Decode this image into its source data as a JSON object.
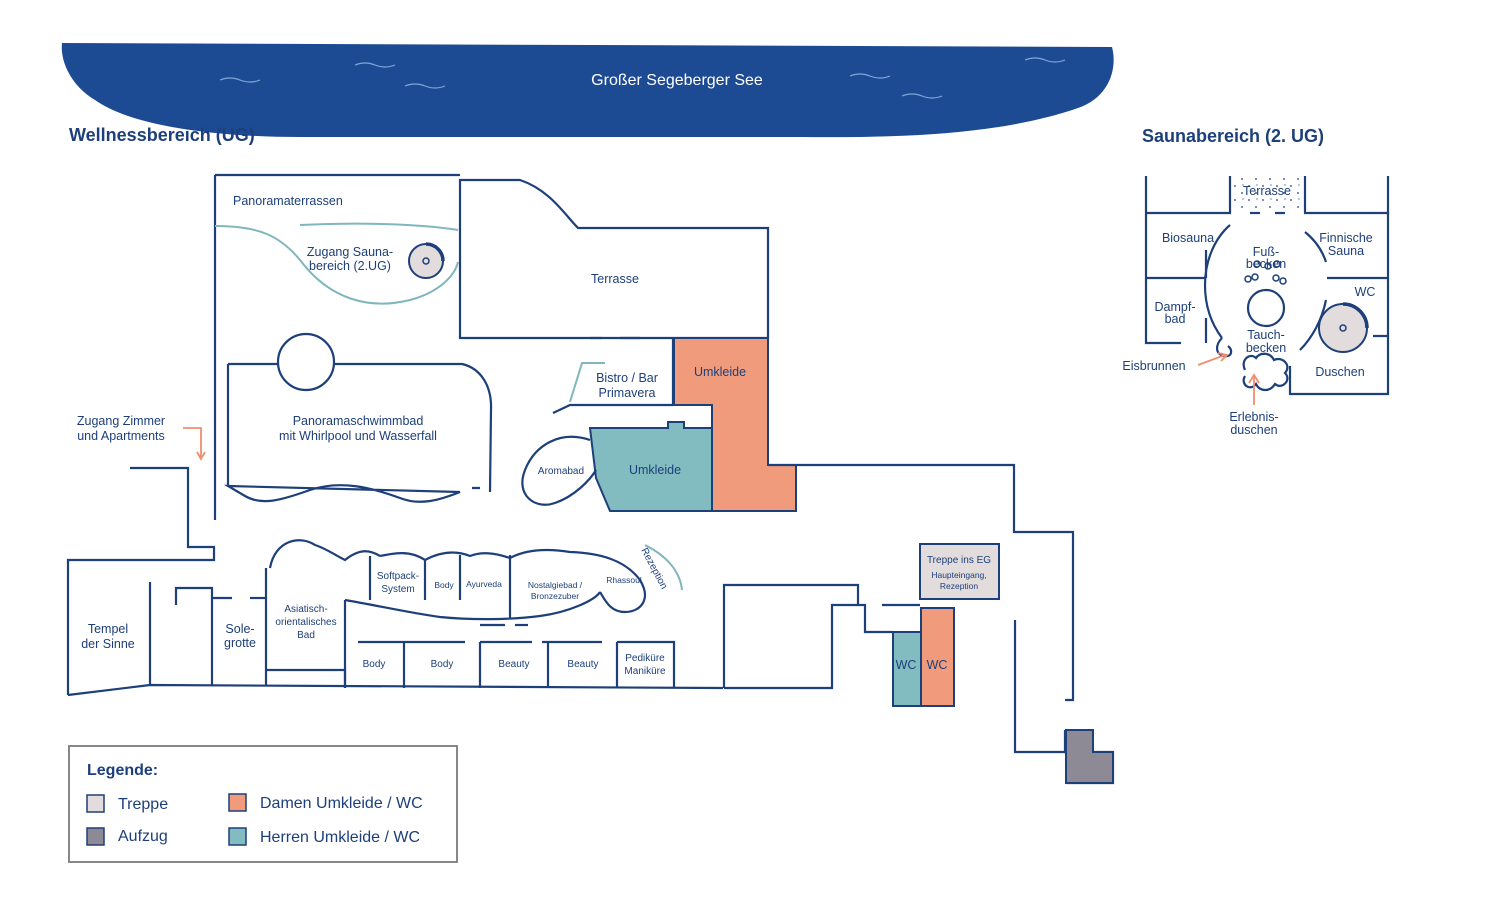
{
  "lake": {
    "label": "Großer Segeberger See",
    "color": "#1d4b93"
  },
  "headings": {
    "wellness": "Wellnessbereich (UG)",
    "sauna": "Saunabereich (2. UG)"
  },
  "colors": {
    "stroke": "#1d3f7a",
    "damen": "#f19b7d",
    "herren": "#82bcc0",
    "treppe": "#e3dcdc",
    "aufzug": "#8e8a95",
    "teal_line": "#7fb7bd",
    "arrow": "#ee8f6f"
  },
  "wellness": {
    "panoramaterrassen": "Panoramaterrassen",
    "zugang_sauna_1": "Zugang Sauna-",
    "zugang_sauna_2": "bereich (2.UG)",
    "terrasse": "Terrasse",
    "pool_1": "Panoramaschwimmbad",
    "pool_2": "mit Whirlpool und Wasserfall",
    "zugang_zimmer_1": "Zugang Zimmer",
    "zugang_zimmer_2": "und Apartments",
    "bistro_1": "Bistro / Bar",
    "bistro_2": "Primavera",
    "umkleide_damen": "Umkleide",
    "umkleide_herren": "Umkleide",
    "aromabad": "Aromabad",
    "tempel_1": "Tempel",
    "tempel_2": "der Sinne",
    "sole_1": "Sole-",
    "sole_2": "grotte",
    "asiatisch_1": "Asiatisch-",
    "asiatisch_2": "orientalisches",
    "asiatisch_3": "Bad",
    "softpack_1": "Softpack-",
    "softpack_2": "System",
    "body_small": "Body",
    "ayurveda": "Ayurveda",
    "nostalgie_1": "Nostalgiebad /",
    "nostalgie_2": "Bronzezuber",
    "rhassoul": "Rhassoul",
    "rezeption": "Rezeption",
    "body_1": "Body",
    "body_2": "Body",
    "beauty_1": "Beauty",
    "beauty_2": "Beauty",
    "pedikuere_1": "Pediküre",
    "pedikuere_2": "Maniküre",
    "treppe_eg": "Treppe ins EG",
    "haupteingang_1": "Haupteingang,",
    "haupteingang_2": "Rezeption",
    "wc_herren": "WC",
    "wc_damen": "WC"
  },
  "sauna": {
    "terrasse": "Terrasse",
    "biosauna": "Biosauna",
    "fuss_1": "Fuß-",
    "fuss_2": "becken",
    "finnische_1": "Finnische",
    "finnische_2": "Sauna",
    "dampf_1": "Dampf-",
    "dampf_2": "bad",
    "wc": "WC",
    "tauch_1": "Tauch-",
    "tauch_2": "becken",
    "eisbrunnen": "Eisbrunnen",
    "duschen": "Duschen",
    "erlebnis_1": "Erlebnis-",
    "erlebnis_2": "duschen"
  },
  "legend": {
    "title": "Legende:",
    "items": [
      {
        "label": "Treppe",
        "color": "#e3dcdc"
      },
      {
        "label": "Aufzug",
        "color": "#8e8a95"
      },
      {
        "label": "Damen Umkleide / WC",
        "color": "#f19b7d"
      },
      {
        "label": "Herren Umkleide / WC",
        "color": "#82bcc0"
      }
    ]
  }
}
